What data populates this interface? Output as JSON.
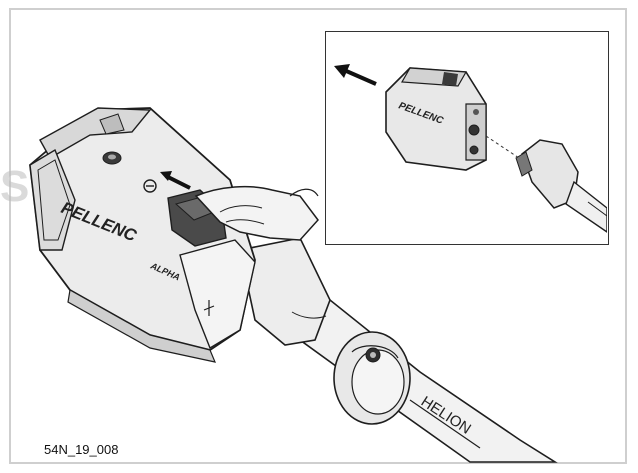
{
  "figure": {
    "code": "54N_19_008",
    "brand_main": "PELLENC",
    "brand_inset": "PELLENC",
    "model": "ALPHA",
    "shaft_label": "HELION",
    "watermark": "SPEX"
  },
  "colors": {
    "body_fill": "#ececec",
    "shade": "#d2d2d2",
    "dark": "#3a3a3a",
    "outline": "#1e1e1e",
    "frame": "#cfcfcf"
  },
  "icons": {
    "arrow_main": "arrow-left-icon",
    "arrow_inset": "arrow-left-icon",
    "unlock": "unlock-icon"
  }
}
